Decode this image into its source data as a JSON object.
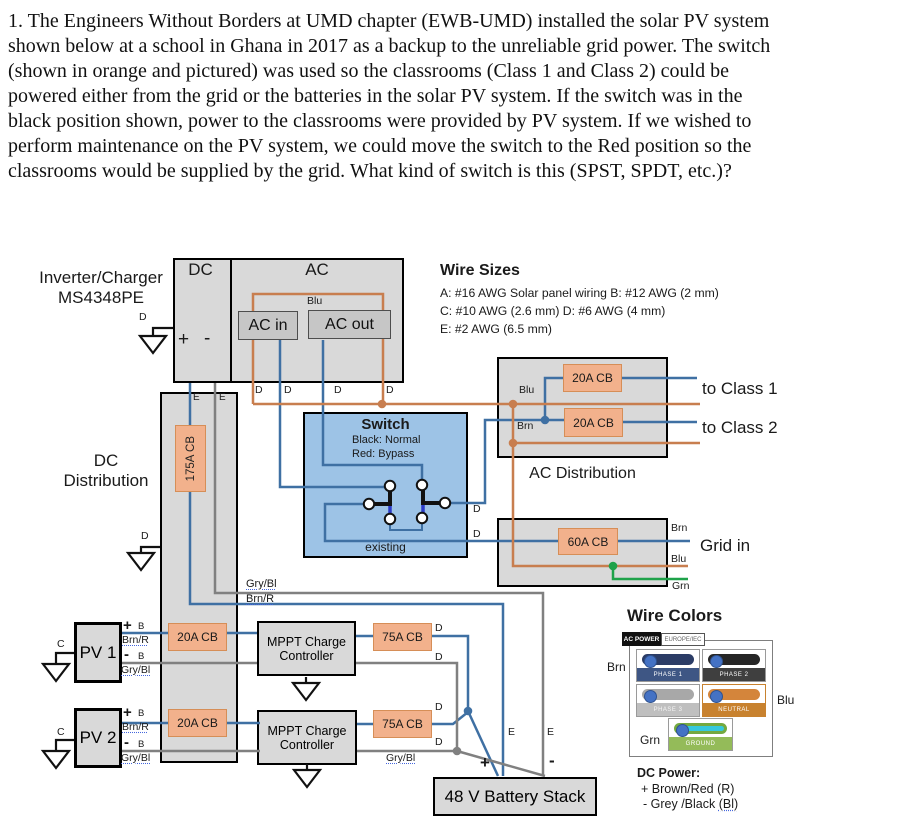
{
  "colors": {
    "box_fill": "#D9D9D9",
    "breaker_fill": "#F2B18C",
    "switch_fill": "#9DC3E6",
    "wire_blue": "#3F70A3",
    "wire_orange": "#C87E4F",
    "wire_grey": "#808080",
    "wire_green": "#1FA24A",
    "lever_black": "#111111",
    "lever_blue": "#2B3BC8"
  },
  "question": {
    "lines": [
      "1. The Engineers Without Borders at UMD chapter (EWB-UMD) installed the solar PV system",
      "shown below at a school in Ghana in 2017 as a backup to the unreliable grid power. The switch",
      "(shown in orange and pictured) was used so the classrooms (Class 1 and Class 2) could be",
      "powered either from the grid or the batteries in the solar PV system. If the switch was in the",
      "black position shown, power to the classrooms were provided by PV system. If we wished to",
      "perform maintenance on the PV system, we could move the switch to the Red position so the",
      "classrooms would be supplied by the grid.  What kind of switch is this (SPST, SPDT, etc.)?"
    ]
  },
  "inverter": {
    "name_line1": "Inverter/Charger",
    "name_line2": "MS4348PE",
    "dc": "DC",
    "ac": "AC",
    "plus": "+",
    "minus": "-",
    "ac_in": "AC in",
    "ac_out": "AC out",
    "blu": "Blu"
  },
  "wire_sizes": {
    "title": "Wire Sizes",
    "row1": "A: #16 AWG Solar panel wiring   B: #12 AWG (2 mm)",
    "row2": "C: #10 AWG (2.6 mm)  D: #6 AWG (4 mm)",
    "row3": "E: #2 AWG (6.5 mm)"
  },
  "dc_distribution": {
    "line1": "DC",
    "line2": "Distribution",
    "breaker": "175A CB"
  },
  "switch_box": {
    "title": "Switch",
    "black": "Black: Normal",
    "red": "Red: Bypass",
    "existing": "existing"
  },
  "ac_distribution": {
    "label": "AC Distribution",
    "cb1": "20A CB",
    "cb2": "20A CB",
    "blu": "Blu",
    "brn": "Brn",
    "class1": "to Class 1",
    "class2": "to Class 2"
  },
  "grid_in": {
    "cb": "60A CB",
    "brn": "Brn",
    "blu": "Blu",
    "grn": "Grn",
    "label": "Grid in"
  },
  "pv1": {
    "label": "PV 1",
    "cb": "20A CB"
  },
  "pv2": {
    "label": "PV 2",
    "cb": "20A CB"
  },
  "pv_labels": {
    "c": "C",
    "plus": "+",
    "b": "B",
    "brn_r": "Brn/R",
    "minus": "-",
    "gry_bl": "Gry/Bl"
  },
  "mppt1": {
    "line1": "MPPT Charge",
    "line2": "Controller",
    "cb": "75A CB"
  },
  "mppt2": {
    "line1": "MPPT Charge",
    "line2": "Controller",
    "cb": "75A CB",
    "gry_bl": "Gry/Bl"
  },
  "battery": {
    "label": "48 V Battery Stack",
    "plus": "+",
    "minus": "-"
  },
  "mid_labels": {
    "gry_bl": "Gry/Bl",
    "brn_r": "Brn/R"
  },
  "wire_tags": {
    "d": "D",
    "e": "E"
  },
  "wire_colors_legend": {
    "title": "Wire Colors",
    "tab_active": "AC POWER",
    "tab_inactive": "EUROPE/IEC",
    "brn": "Brn",
    "blu": "Blu",
    "grn": "Grn",
    "swatches": [
      {
        "label": "PHASE 1",
        "bar": "#3E5684",
        "cable": "#2B3C66"
      },
      {
        "label": "PHASE 2",
        "bar": "#3F3F3F",
        "cable": "#262626"
      },
      {
        "label": "PHASE 3",
        "bar": "#BFBFBF",
        "cable": "#A8A8A8"
      },
      {
        "label": "NEUTRAL",
        "bar": "#C8822F",
        "cable": "#D4853B"
      },
      {
        "label": "GROUND",
        "bar": "#94BB59",
        "cable": "#74A93F"
      }
    ],
    "dc_title": "DC Power:",
    "dc_plus": "+ Brown/Red (R)",
    "dc_minus_pre": "- Grey /Black ",
    "dc_minus_bl": "(Bl)"
  }
}
